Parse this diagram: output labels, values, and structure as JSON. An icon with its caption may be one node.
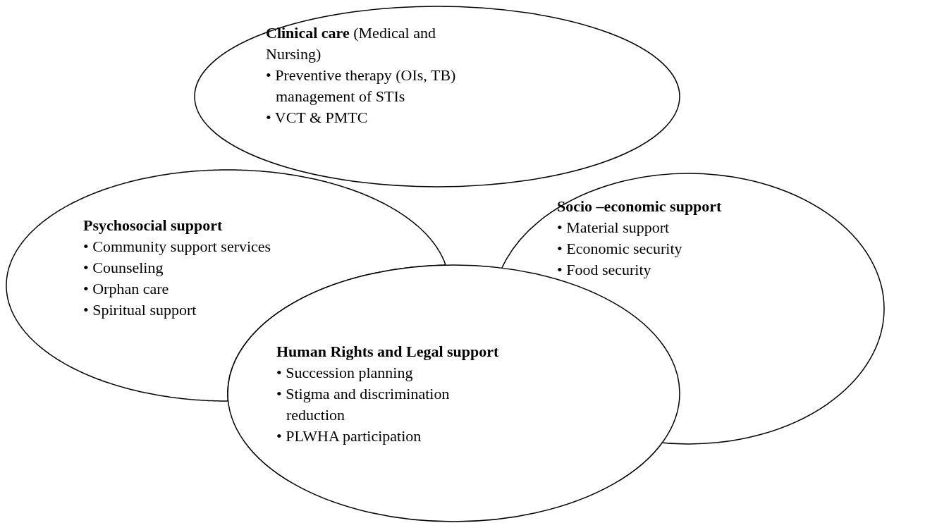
{
  "diagram": {
    "nodes": [
      {
        "text": [
          "**Clinical care** (Medical and Nursing)",
          "• Preventive therapy (OIs, TB) management of STIs",
          "• VCT & PMTC"
        ]
      },
      {
        "text": [
          "Psychosocial support",
          "• Community support services",
          "• Counseling",
          "• Orphan care",
          "• Spiritual support"
        ]
      },
      {
        "text": [
          "Socio –economic support",
          "• Material support",
          "• Economic security",
          "• Food security"
        ]
      },
      {
        "text": [
          "Human Rights and Legal support",
          "• Succession planning",
          "• Stigma and discrimination reduction",
          "• PLWHA participation"
        ]
      }
    ]
  }
}
